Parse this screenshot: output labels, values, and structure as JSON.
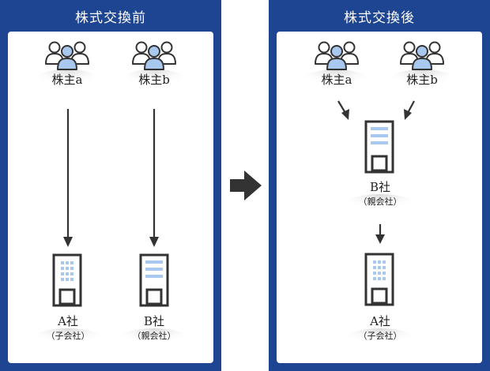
{
  "before": {
    "title": "株式交換前",
    "shareholder_a": "株主a",
    "shareholder_b": "株主b",
    "company_a": "A社",
    "company_a_role": "（子会社）",
    "company_b": "B社",
    "company_b_role": "（親会社）"
  },
  "after": {
    "title": "株式交換後",
    "shareholder_a": "株主a",
    "shareholder_b": "株主b",
    "company_b": "B社",
    "company_b_role": "（親会社）",
    "company_a": "A社",
    "company_a_role": "（子会社）"
  },
  "colors": {
    "panel": "#1d4592",
    "person_center": "#a9c8ef",
    "building_accent": "#a9c8ef",
    "arrow": "#333333"
  }
}
